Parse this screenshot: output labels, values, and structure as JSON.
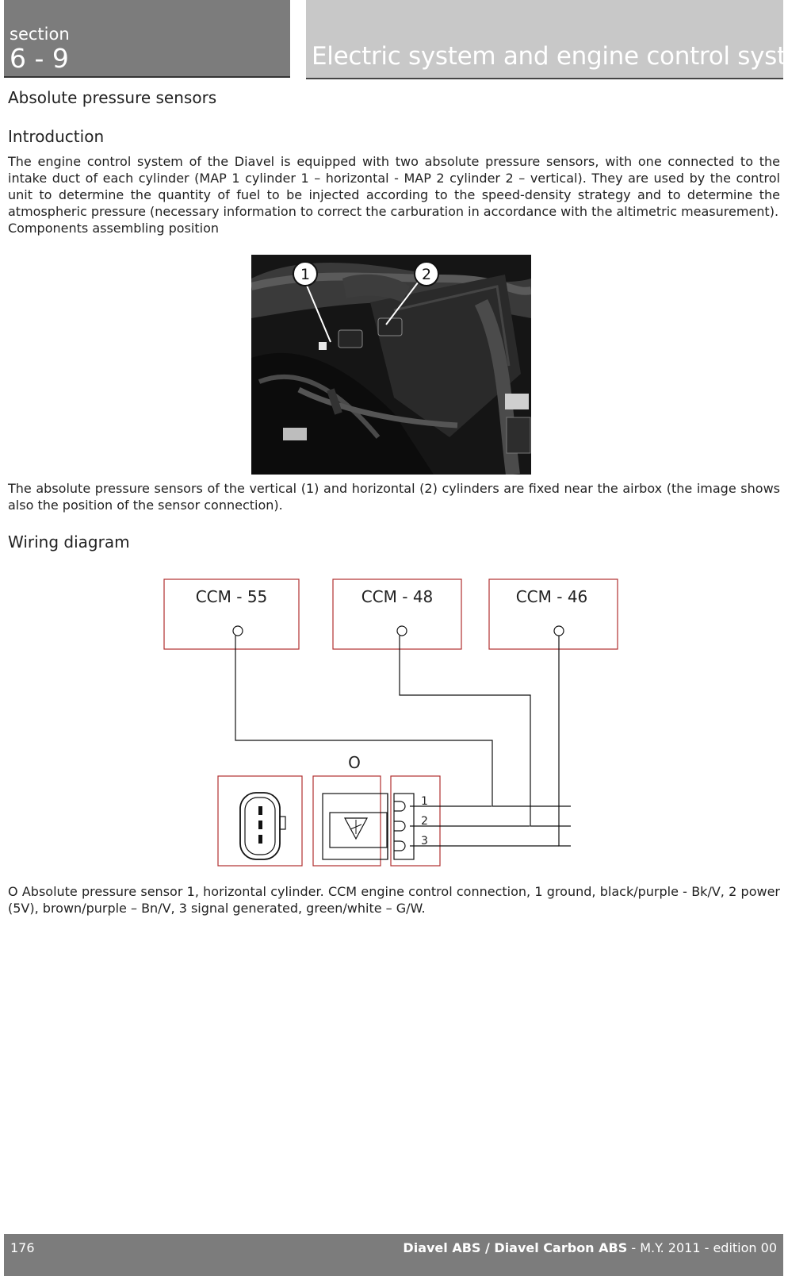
{
  "header": {
    "section_label": "section",
    "section_number": "6 - 9",
    "title": "Electric system and engine control system"
  },
  "content": {
    "heading": "Absolute pressure sensors",
    "intro_heading": "Introduction",
    "intro_text": "The engine control system of the Diavel is equipped with two absolute pressure sensors, with one connected to the intake duct of each cylinder (MAP 1 cylinder 1 – horizontal - MAP 2 cylinder 2 – vertical). They are used by the control unit to determine the quantity of fuel to be injected according to the speed-density strategy and to determine the atmospheric pressure (necessary information to correct the carburation in accordance with the altimetric measurement).",
    "components_label": "Components assembling position",
    "photo_callouts": [
      "1",
      "2"
    ],
    "photo_caption": "The absolute pressure sensors of the vertical (1) and horizontal (2) cylinders are fixed near the airbox (the image shows also the position of the sensor connection).",
    "wiring_heading": "Wiring diagram",
    "diagram_caption": "O Absolute pressure sensor 1, horizontal cylinder. CCM engine control connection, 1 ground, black/purple - Bk/V, 2 power (5V), brown/purple – Bn/V, 3 signal generated, green/white – G/W."
  },
  "diagram": {
    "connectors": [
      "CCM - 55",
      "CCM - 48",
      "CCM - 46"
    ],
    "sensor_label": "O",
    "pins": [
      "1",
      "2",
      "3"
    ],
    "box_color": "#b03030",
    "wire_color": "#111111"
  },
  "footer": {
    "page_number": "176",
    "model_bold": "Diavel ABS / Diavel Carbon ABS",
    "model_rest": " - M.Y. 2011 - edition 00"
  }
}
